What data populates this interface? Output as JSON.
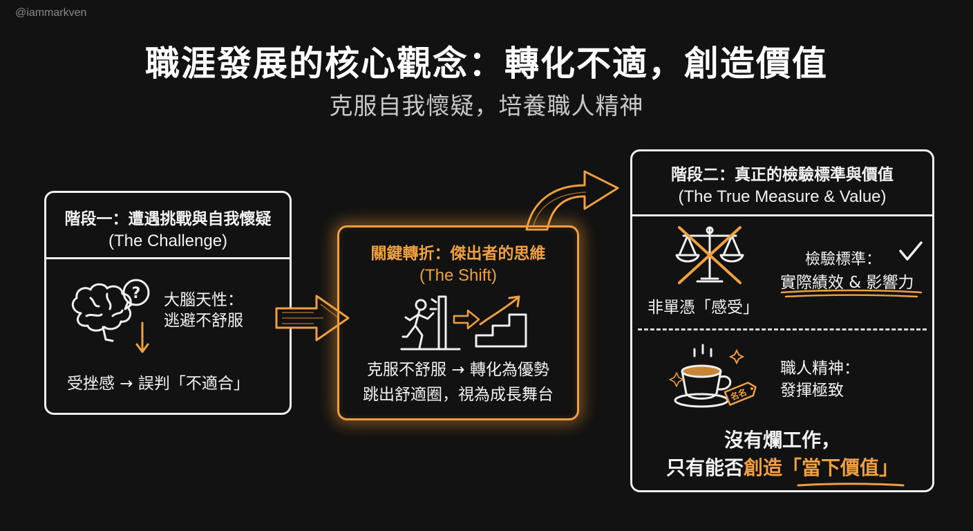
{
  "handle": "@iammarkven",
  "title": "職涯發展的核心觀念：轉化不適，創造價值",
  "subtitle": "克服自我懷疑，培養職人精神",
  "stage1": {
    "heading": "階段一：遭遇挑戰與自我懷疑",
    "heading_en": "(The Challenge)",
    "brain_line1": "大腦天性：",
    "brain_line2": "逃避不舒服",
    "result": "受挫感 → 誤判「不適合」"
  },
  "shift": {
    "heading": "關鍵轉折：傑出者的思維",
    "heading_en": "(The Shift)",
    "line1": "克服不舒服 → 轉化為優勢",
    "line2": "跳出舒適圈，視為成長舞台"
  },
  "stage2": {
    "heading": "階段二：真正的檢驗標準與價值",
    "heading_en": "(The True Measure & Value)",
    "not_by": "非單憑「感受」",
    "criteria_label": "檢驗標準：",
    "criteria_value": "實際績效 & 影響力",
    "craft_line1": "職人精神：",
    "craft_line2": "發揮極致",
    "tag_text": "名名",
    "slogan_line1": "沒有爛工作，",
    "slogan_line2_prefix": "只有能否",
    "slogan_line2_highlight": "創造「當下價值」"
  },
  "colors": {
    "background": "#121212",
    "accent": "#f0a040",
    "text": "#f2f2f2"
  },
  "icons": [
    "brain-question-icon",
    "down-arrow-icon",
    "right-arrow-icon",
    "curved-up-arrow-icon",
    "person-breaking-wall-icon",
    "stairs-up-icon",
    "crossed-scale-icon",
    "checkmark-icon",
    "coffee-cup-icon",
    "sparkle-icon"
  ]
}
